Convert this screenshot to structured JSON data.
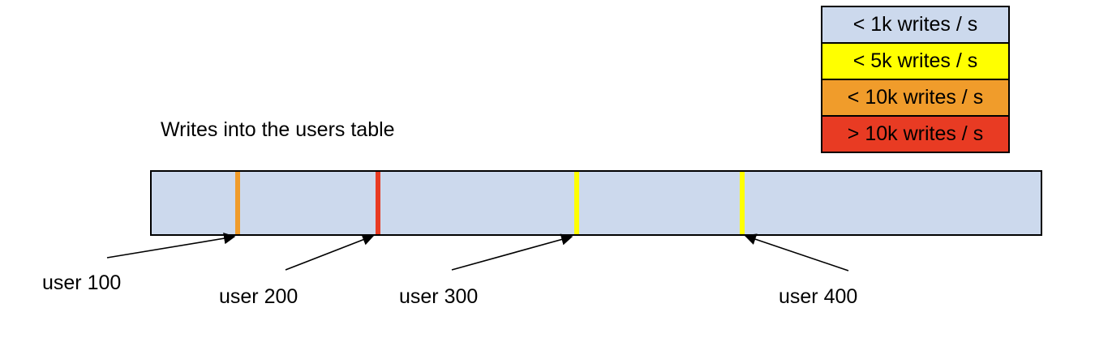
{
  "title": "Writes into the users table",
  "colors": {
    "bar_fill": "#ccd9ed",
    "yellow": "#ffff00",
    "orange": "#f09c2b",
    "red": "#e83b23",
    "outline": "#000000"
  },
  "legend": {
    "items": [
      {
        "label": "< 1k writes / s",
        "color": "#ccd9ed"
      },
      {
        "label": "< 5k writes / s",
        "color": "#ffff00"
      },
      {
        "label": "< 10k writes / s",
        "color": "#f09c2b"
      },
      {
        "label": "> 10k writes / s",
        "color": "#e83b23"
      }
    ]
  },
  "table_bar": {
    "name": "users table",
    "fill": "#ccd9ed"
  },
  "markers": [
    {
      "label": "user 100",
      "color": "#f09c2b",
      "rate": "< 10k writes / s"
    },
    {
      "label": "user 200",
      "color": "#e83b23",
      "rate": "> 10k writes / s"
    },
    {
      "label": "user 300",
      "color": "#ffff00",
      "rate": "< 5k writes / s"
    },
    {
      "label": "user 400",
      "color": "#ffff00",
      "rate": "< 5k writes / s"
    }
  ]
}
